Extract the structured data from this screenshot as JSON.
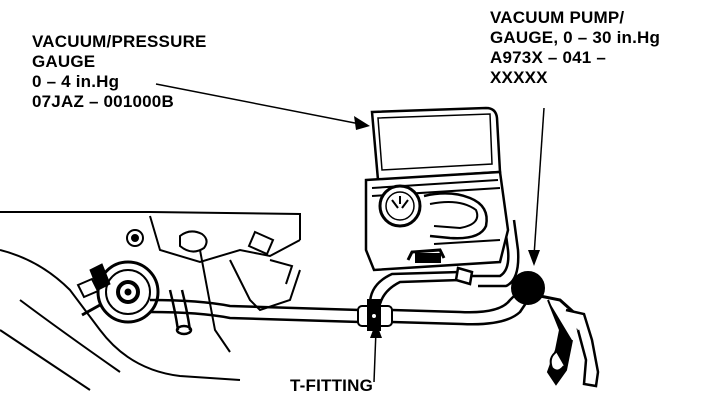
{
  "labels": {
    "gauge": [
      "VACUUM/PRESSURE",
      "GAUGE",
      "0 – 4 in.Hg",
      "07JAZ – 001000B"
    ],
    "pump": [
      "VACUUM PUMP/",
      "GAUGE, 0 – 30 in.Hg",
      "A973X – 041 –",
      "XXXXX"
    ],
    "fitting": "T-FITTING"
  }
}
